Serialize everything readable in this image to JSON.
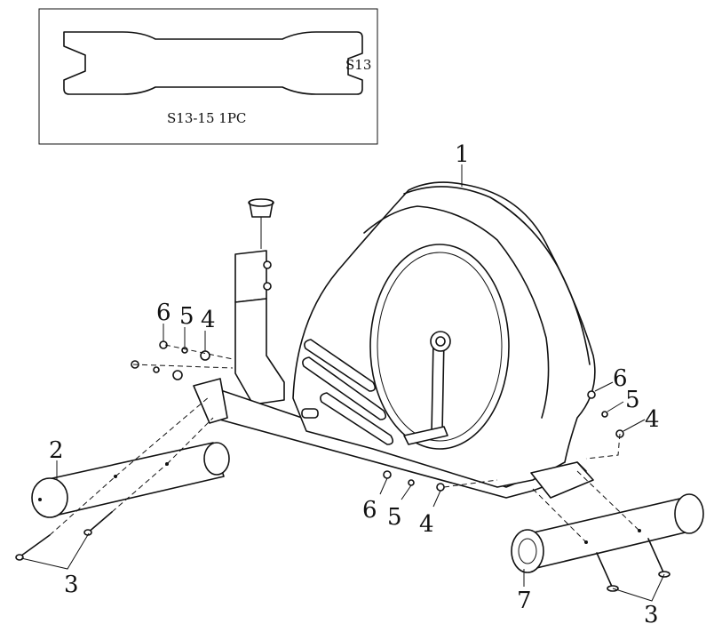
{
  "tool": {
    "wrench_size_label": "S13",
    "caption": "S13-15 1PC"
  },
  "parts": {
    "p1": "1",
    "p2": "2",
    "p3_left": "3",
    "p3_right": "3",
    "p4_left": "4",
    "p5_left": "5",
    "p6_left": "6",
    "p4_right": "4",
    "p5_right": "5",
    "p6_right": "6",
    "p4_bottom": "4",
    "p5_bottom": "5",
    "p6_bottom": "6",
    "p7": "7"
  },
  "colors": {
    "line": "#111111",
    "background": "#ffffff"
  }
}
